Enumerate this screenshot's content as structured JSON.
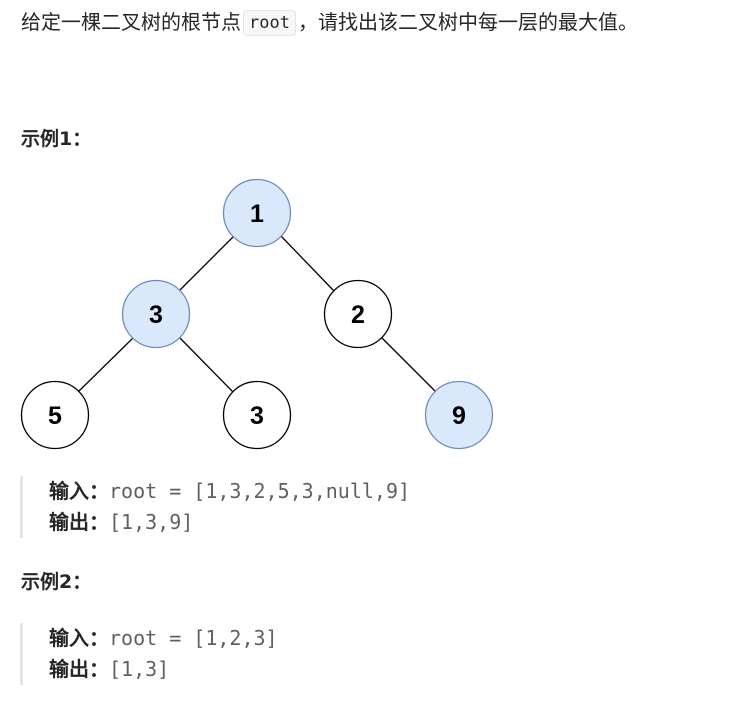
{
  "description": {
    "text_before": "给定一棵二叉树的根节点",
    "code": "root",
    "text_after": "，请找出该二叉树中每一层的最大值。"
  },
  "example1": {
    "heading": "示例1：",
    "tree_nodes": [
      {
        "value": "1",
        "highlighted": true
      },
      {
        "value": "3",
        "highlighted": true
      },
      {
        "value": "2",
        "highlighted": false
      },
      {
        "value": "5",
        "highlighted": false
      },
      {
        "value": "3",
        "highlighted": false
      },
      {
        "value": "9",
        "highlighted": true
      }
    ],
    "input_label": "输入：",
    "input_value": "root = [1,3,2,5,3,null,9]",
    "output_label": "输出：",
    "output_value": "[1,3,9]"
  },
  "example2": {
    "heading": "示例2：",
    "input_label": "输入：",
    "input_value": "root = [1,2,3]",
    "output_label": "输出：",
    "output_value": "[1,3]"
  },
  "colors": {
    "highlight_fill": "#dae8fc",
    "highlight_stroke": "#6c8ebf",
    "normal_fill": "#ffffff",
    "normal_stroke": "#000000",
    "code_text": "#5f5f66",
    "quote_bar": "#e5e5e7"
  }
}
